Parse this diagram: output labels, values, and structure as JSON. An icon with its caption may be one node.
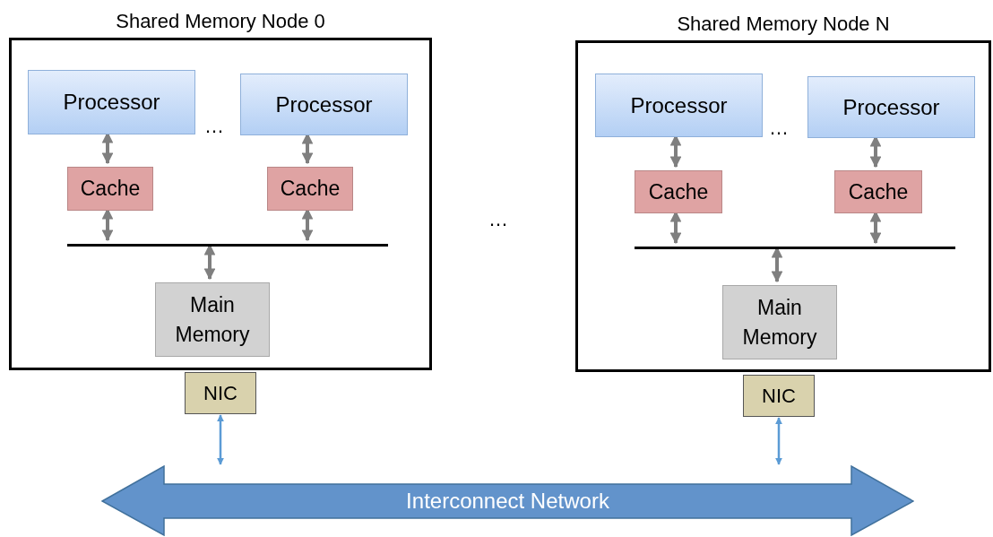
{
  "diagram": {
    "nodes": [
      {
        "text": [
          "Shared Memory Node 0"
        ]
      },
      {
        "text": [
          "Processor"
        ],
        "in": 0
      },
      {
        "text": [
          "Processor"
        ],
        "in": 0
      },
      {
        "text": [
          "Cache"
        ],
        "in": 0
      },
      {
        "text": [
          "Cache"
        ],
        "in": 0
      },
      {
        "text": [],
        "shape": "bar",
        "in": 0
      },
      {
        "text": [
          "Main Memory"
        ],
        "in": 0
      },
      {
        "text": [
          "Shared Memory Node N"
        ]
      },
      {
        "text": [
          "Processor"
        ],
        "in": 7
      },
      {
        "text": [
          "Processor"
        ],
        "in": 7
      },
      {
        "text": [
          "Cache"
        ],
        "in": 7
      },
      {
        "text": [
          "Cache"
        ],
        "in": 7
      },
      {
        "text": [],
        "shape": "bar",
        "in": 7
      },
      {
        "text": [
          "Main Memory"
        ],
        "in": 7
      },
      {
        "text": [
          "NIC"
        ]
      },
      {
        "text": [
          "NIC"
        ]
      },
      {
        "text": [
          "Interconnect Network"
        ]
      }
    ],
    "edges": [
      {
        "from": 1,
        "to": 3,
        "arrow": "both"
      },
      {
        "from": 2,
        "to": 4,
        "arrow": "both"
      },
      {
        "from": 3,
        "to": 5,
        "arrow": "both"
      },
      {
        "from": 4,
        "to": 5,
        "arrow": "both"
      },
      {
        "from": 5,
        "to": 6,
        "arrow": "both"
      },
      {
        "from": 8,
        "to": 10,
        "arrow": "both"
      },
      {
        "from": 9,
        "to": 11,
        "arrow": "both"
      },
      {
        "from": 10,
        "to": 12,
        "arrow": "both"
      },
      {
        "from": 11,
        "to": 12,
        "arrow": "both"
      },
      {
        "from": 12,
        "to": 13,
        "arrow": "both"
      },
      {
        "from": 14,
        "to": 16,
        "arrow": "both",
        "color": "#5b9bd5"
      },
      {
        "from": 15,
        "to": 16,
        "arrow": "both",
        "color": "#5b9bd5"
      }
    ],
    "labels": [
      "…",
      "…",
      "…"
    ]
  }
}
